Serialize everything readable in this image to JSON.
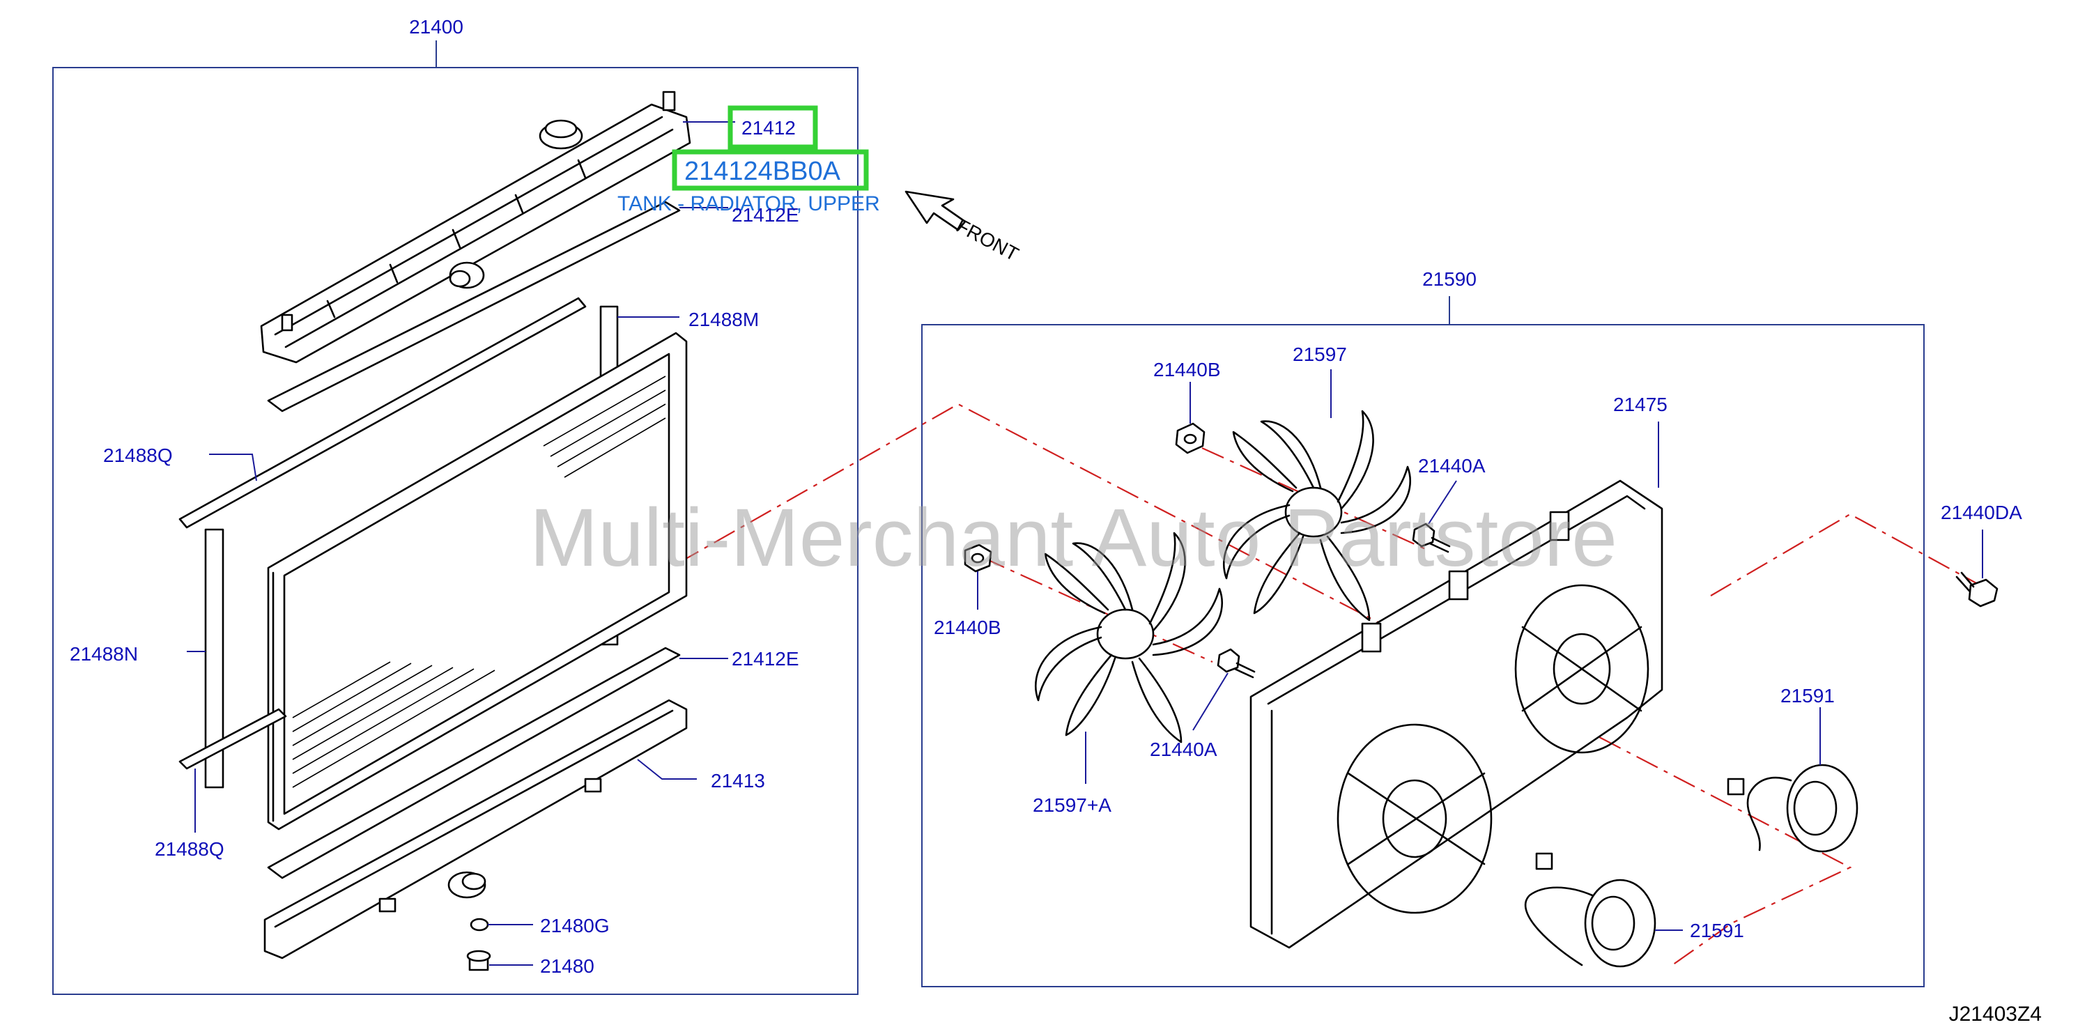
{
  "watermark": "Multi-Merchant Auto Partstore",
  "diagram_code": "J21403Z4",
  "front_label": "FRONT",
  "highlight": {
    "part_number": "214124BB0A",
    "description": "TANK - RADIATOR, UPPER"
  },
  "colors": {
    "label": "#1010b8",
    "frame": "#2a3d8f",
    "highlight": "#35d135",
    "dashed_axis": "#d02020",
    "description": "#1e6fd8"
  },
  "labels": {
    "radiator_assembly": "21400",
    "upper_tank": "21412",
    "upper_gasket": "21412E",
    "seal_m": "21488M",
    "seal_q_upper": "21488Q",
    "seal_n": "21488N",
    "lower_gasket": "21412E",
    "lower_tank": "21413",
    "seal_q_lower": "21488Q",
    "drain_seal": "21480G",
    "drain_plug": "21480",
    "shroud_assembly": "21590",
    "fan_right": "21597",
    "nut_b_top": "21440B",
    "nut_b_left": "21440B",
    "bolt_a_top": "21440A",
    "bolt_a_mid": "21440A",
    "shroud": "21475",
    "bolt_da": "21440DA",
    "fan_left": "21597+A",
    "motor_right": "21591",
    "motor_bottom": "21591"
  }
}
